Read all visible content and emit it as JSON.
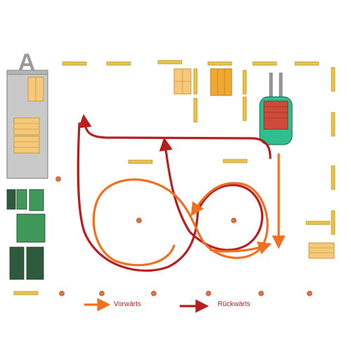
{
  "diagram": {
    "zone_letter": "A",
    "colors": {
      "forward": "#f07020",
      "backward": "#b81e1e",
      "pallet": "#f5c97a",
      "pallet_edge": "#c89a40",
      "floor_tape": "#e8c24a",
      "rack": "#c9c9c9",
      "rack_edge": "#8a8a8a",
      "container_dark": "#2f5a3e",
      "container_light": "#3f9a5a",
      "forklift": "#2fbf8f",
      "marker": "#e07040"
    },
    "legend": {
      "forward_label": "Vorwärts",
      "backward_label": "Rückwärts"
    }
  }
}
